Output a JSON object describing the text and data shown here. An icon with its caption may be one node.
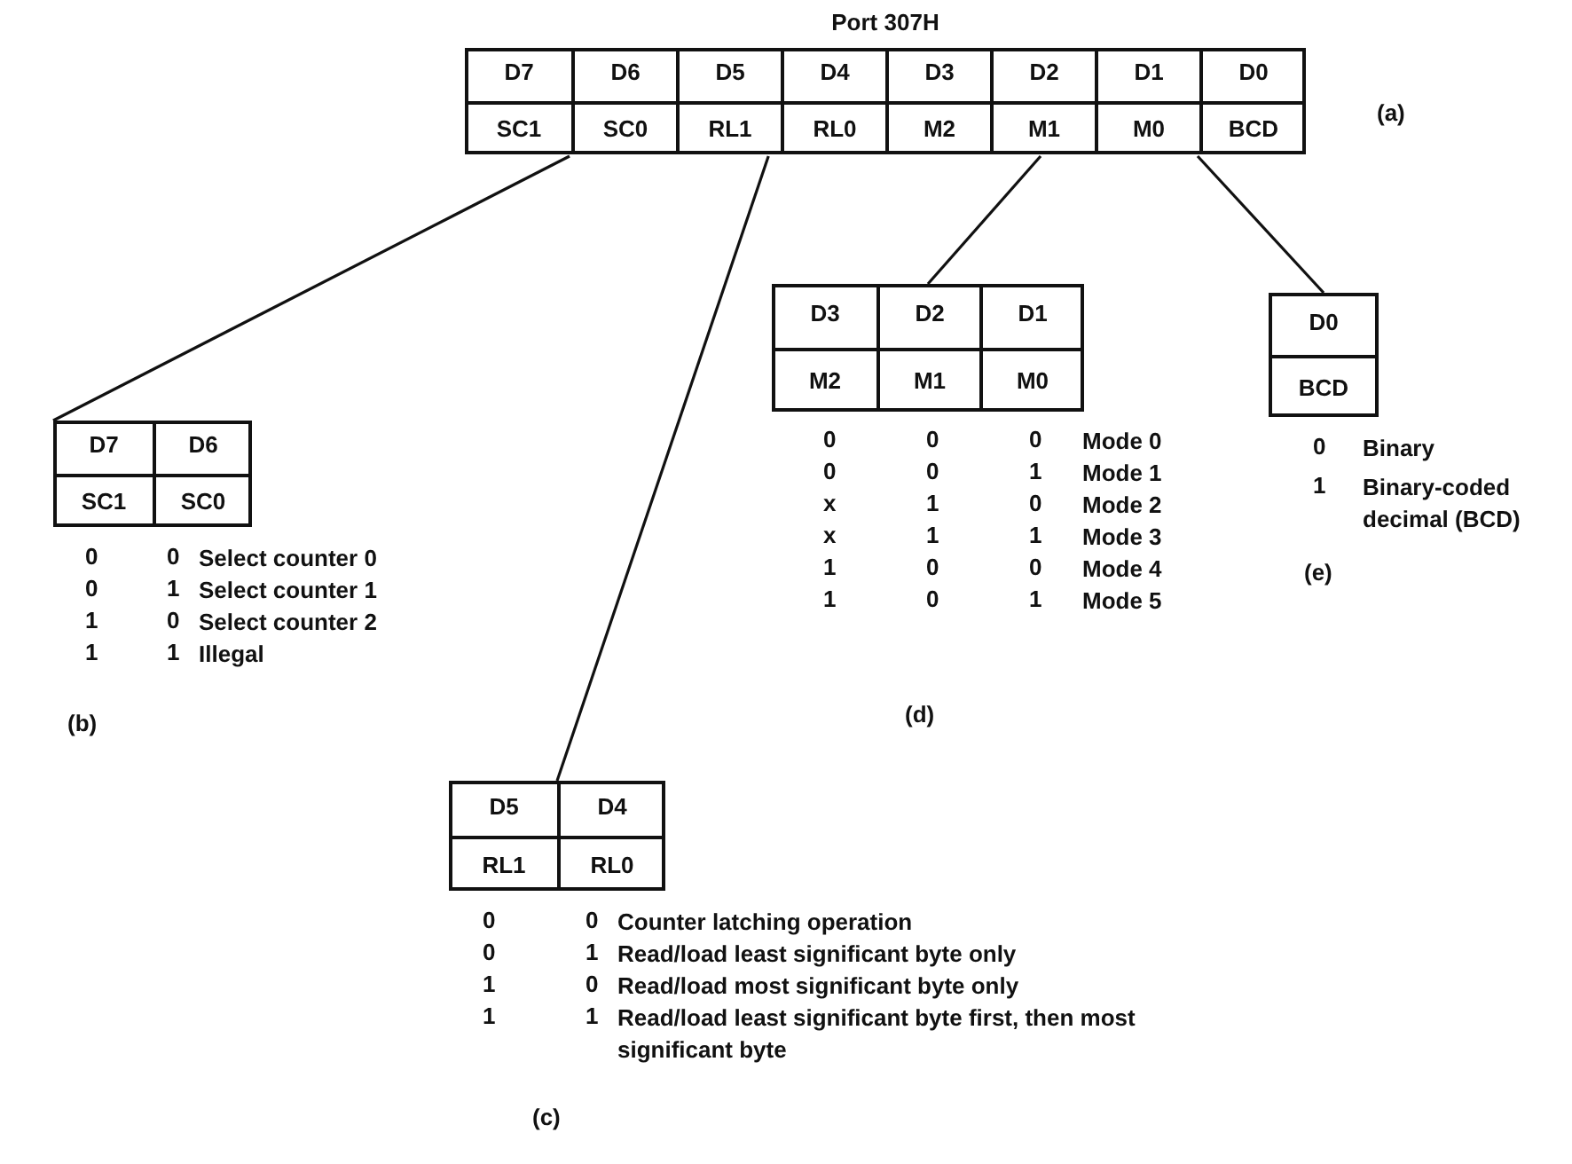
{
  "diagram": {
    "nodes": [
      {
        "text": [
          "Port 307H"
        ],
        "beside": [
          "(a)"
        ]
      },
      {
        "text": [
          "D7",
          "SC1"
        ],
        "in": 0
      },
      {
        "text": [
          "D6",
          "SC0"
        ],
        "in": 0
      },
      {
        "text": [
          "D5",
          "RL1"
        ],
        "in": 0
      },
      {
        "text": [
          "D4",
          "RL0"
        ],
        "in": 0
      },
      {
        "text": [
          "D3",
          "M2"
        ],
        "in": 0
      },
      {
        "text": [
          "D2",
          "M1"
        ],
        "in": 0
      },
      {
        "text": [
          "D1",
          "M0"
        ],
        "in": 0
      },
      {
        "text": [
          "D0",
          "BCD"
        ],
        "in": 0
      },
      {
        "text": [],
        "shape": "box"
      },
      {
        "text": [
          "D7",
          "SC1"
        ],
        "in": 9
      },
      {
        "text": [
          "D6",
          "SC0"
        ],
        "in": 9
      },
      {
        "text": [],
        "shape": "box"
      },
      {
        "text": [
          "D5",
          "RL1"
        ],
        "in": 12
      },
      {
        "text": [
          "D4",
          "RL0"
        ],
        "in": 12
      },
      {
        "text": [],
        "shape": "box"
      },
      {
        "text": [
          "D3",
          "M2"
        ],
        "in": 15
      },
      {
        "text": [
          "D2",
          "M1"
        ],
        "in": 15
      },
      {
        "text": [
          "D1",
          "M0"
        ],
        "in": 15
      },
      {
        "text": [],
        "shape": "box"
      },
      {
        "text": [
          "D0",
          "BCD"
        ],
        "in": 19
      }
    ],
    "edges": [
      {
        "from": 2,
        "to": 9,
        "arrow": "none"
      },
      {
        "from": 3,
        "to": 12,
        "arrow": "none"
      },
      {
        "from": 6,
        "to": 15,
        "arrow": "none"
      },
      {
        "from": 8,
        "to": 19,
        "arrow": "none"
      }
    ],
    "labels": [
      "0",
      "0",
      "Select counter 0",
      "0",
      "1",
      "Select counter 1",
      "1",
      "0",
      "Select counter 2",
      "1",
      "1",
      "Illegal",
      "0",
      "0",
      "0",
      "Mode 0",
      "0",
      "0",
      "1",
      "Mode 1",
      "x",
      "1",
      "0",
      "Mode 2",
      "x",
      "1",
      "1",
      "Mode 3",
      "1",
      "0",
      "0",
      "Mode 4",
      "1",
      "0",
      "1",
      "Mode 5",
      "0",
      "Binary",
      "1",
      "Binary-coded decimal (BCD)",
      "0",
      "0",
      "Counter latching operation",
      "0",
      "1",
      "Read/load least significant byte only",
      "1",
      "0",
      "Read/load most significant byte only",
      "1",
      "1",
      "Read/load least significant byte first, then most significant byte",
      "(e)",
      "(d)",
      "(b)",
      "(c)"
    ]
  }
}
